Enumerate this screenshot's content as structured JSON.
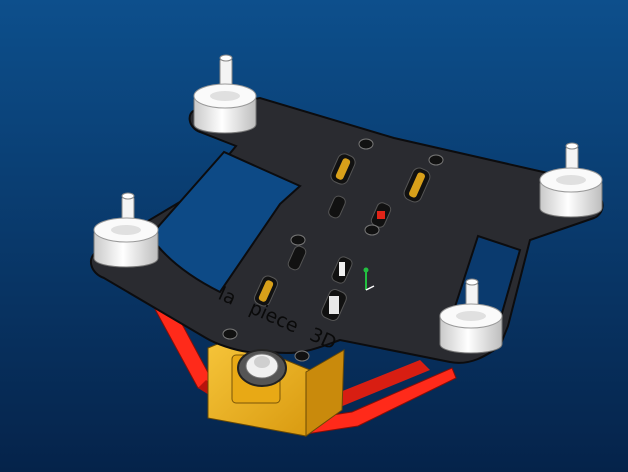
{
  "viewport": {
    "background_top": "#0d4f8c",
    "background_bottom": "#05234a"
  },
  "model": {
    "engraving": {
      "word1": "la",
      "word2": "piece",
      "word3": "3D"
    },
    "colors": {
      "plate": "#2a2b30",
      "plate_edge": "#0c0c0e",
      "arms": "#ff2a1a",
      "arms_dark": "#b8140c",
      "body": "#f1b21b",
      "body_dark": "#c98a0c",
      "motor": "#f4f4f4",
      "motor_shade": "#c9c9c9",
      "screw": "#e6e6e6"
    },
    "icons": [
      "motor-icon",
      "screw-icon",
      "slot-icon",
      "axis-indicator-icon"
    ]
  }
}
